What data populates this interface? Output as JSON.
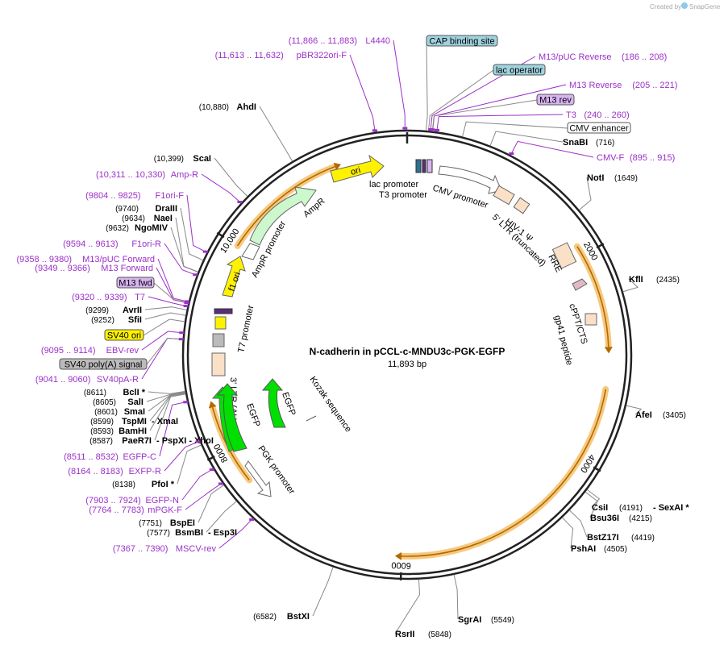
{
  "credit": {
    "prefix": "Created by",
    "brand": "SnapGene"
  },
  "plasmid": {
    "name": "N-cadherin in pCCL-c-MNDU3c-PGK-EGFP",
    "length_label": "11,893 bp",
    "length": 11893
  },
  "ticks": [
    {
      "bp": 2000,
      "label": "2000"
    },
    {
      "bp": 4000,
      "label": "4000"
    },
    {
      "bp": 6000,
      "label": "6000"
    },
    {
      "bp": 8000,
      "label": "8000"
    },
    {
      "bp": 10000,
      "label": "10,000"
    }
  ],
  "sites": [
    {
      "name": "AhdI",
      "pos": "(10,880)",
      "bp": 10880
    },
    {
      "name": "ScaI",
      "pos": "(10,399)",
      "bp": 10399
    },
    {
      "name": "DraIII",
      "pos": "(9740)",
      "bp": 9740
    },
    {
      "name": "NaeI",
      "pos": "(9634)",
      "bp": 9634
    },
    {
      "name": "NgoMIV",
      "pos": "(9632)",
      "bp": 9632
    },
    {
      "name": "AvrII",
      "pos": "(9299)",
      "bp": 9299
    },
    {
      "name": "SfiI",
      "pos": "(9252)",
      "bp": 9252
    },
    {
      "name": "BclI *",
      "pos": "(8611)",
      "bp": 8611
    },
    {
      "name": "SalI",
      "pos": "(8605)",
      "bp": 8605
    },
    {
      "name": "SmaI",
      "pos": "(8601)",
      "bp": 8601
    },
    {
      "name": "TspMI",
      "pos": "(8599)",
      "bp": 8599,
      "extra": "- XmaI"
    },
    {
      "name": "BamHI",
      "pos": "(8593)",
      "bp": 8593
    },
    {
      "name": "PaeR7I",
      "pos": "(8587)",
      "bp": 8587,
      "extra": "- PspXI   - XhoI"
    },
    {
      "name": "PfoI *",
      "pos": "(8138)",
      "bp": 8138
    },
    {
      "name": "BspEI",
      "pos": "(7751)",
      "bp": 7751
    },
    {
      "name": "BsmBI",
      "pos": "(7577)",
      "bp": 7577,
      "extra": "- Esp3I"
    },
    {
      "name": "BstXI",
      "pos": "(6582)",
      "bp": 6582
    },
    {
      "name": "RsrII",
      "pos": "(5848)",
      "bp": 5848
    },
    {
      "name": "SgrAI",
      "pos": "(5549)",
      "bp": 5549
    },
    {
      "name": "PshAI",
      "pos": "(4505)",
      "bp": 4505
    },
    {
      "name": "BstZ17I",
      "pos": "(4419)",
      "bp": 4419
    },
    {
      "name": "Bsu36I",
      "pos": "(4215)",
      "bp": 4215
    },
    {
      "name": "CsiI",
      "pos": "(4191)",
      "bp": 4191,
      "extra": "- SexAI *"
    },
    {
      "name": "AfeI",
      "pos": "(3405)",
      "bp": 3405
    },
    {
      "name": "KflI",
      "pos": "(2435)",
      "bp": 2435
    },
    {
      "name": "NotI",
      "pos": "(1649)",
      "bp": 1649
    },
    {
      "name": "SnaBI",
      "pos": "(716)",
      "bp": 716
    }
  ],
  "primers": [
    {
      "name": "L4440",
      "range": "(11,866 .. 11,883)",
      "bp": 11875
    },
    {
      "name": "pBR322ori-F",
      "range": "(11,613 .. 11,632)",
      "bp": 11622
    },
    {
      "name": "M13/pUC Reverse",
      "range": "(186 .. 208)",
      "bp": 197
    },
    {
      "name": "M13 Reverse",
      "range": "(205 .. 221)",
      "bp": 213
    },
    {
      "name": "T3",
      "range": "(240 .. 260)",
      "bp": 250
    },
    {
      "name": "CMV-F",
      "range": "(895 .. 915)",
      "bp": 905
    },
    {
      "name": "Amp-R",
      "range": "(10,311 .. 10,330)",
      "bp": 10320
    },
    {
      "name": "F1ori-F",
      "range": "(9804 .. 9825)",
      "bp": 9814
    },
    {
      "name": "F1ori-R",
      "range": "(9594 .. 9613)",
      "bp": 9603
    },
    {
      "name": "M13/pUC Forward",
      "range": "(9358 .. 9380)",
      "bp": 9369
    },
    {
      "name": "M13 Forward",
      "range": "(9349 .. 9366)",
      "bp": 9357
    },
    {
      "name": "T7",
      "range": "(9320 .. 9339)",
      "bp": 9330
    },
    {
      "name": "EBV-rev",
      "range": "(9095 .. 9114)",
      "bp": 9104
    },
    {
      "name": "SV40pA-R",
      "range": "(9041 .. 9060)",
      "bp": 9050
    },
    {
      "name": "EGFP-C",
      "range": "(8511 .. 8532)",
      "bp": 8521
    },
    {
      "name": "EXFP-R",
      "range": "(8164 .. 8183)",
      "bp": 8173
    },
    {
      "name": "EGFP-N",
      "range": "(7903 .. 7924)",
      "bp": 7913
    },
    {
      "name": "mPGK-F",
      "range": "(7764 .. 7783)",
      "bp": 7773
    },
    {
      "name": "MSCV-rev",
      "range": "(7367 .. 7390)",
      "bp": 7378
    }
  ],
  "boxed_features": [
    {
      "name": "CAP binding site",
      "color": "#9fd3df",
      "bp": 160
    },
    {
      "name": "lac operator",
      "color": "#9fd3df",
      "bp": 180
    },
    {
      "name": "M13 rev",
      "color": "#d8b4f0",
      "bp": 215
    },
    {
      "name": "CMV enhancer",
      "color": "#ffffff",
      "bp": 470
    },
    {
      "name": "M13 fwd",
      "color": "#d8b4f0",
      "bp": 9360
    },
    {
      "name": "SV40 ori",
      "color": "#fff200",
      "bp": 9200
    },
    {
      "name": "SV40 poly(A) signal",
      "color": "#bbbbbb",
      "bp": 9050
    }
  ],
  "features": [
    {
      "name": "ori",
      "color": "#fff200"
    },
    {
      "name": "AmpR",
      "color": "#cdf7cd"
    },
    {
      "name": "AmpR promoter",
      "color": "#ffffff"
    },
    {
      "name": "f1 ori",
      "color": "#fff200"
    },
    {
      "name": "lac promoter",
      "color": "#ffffff"
    },
    {
      "name": "T3 promoter",
      "color": "#ffffff"
    },
    {
      "name": "CMV promoter",
      "color": "#ffffff"
    },
    {
      "name": "HIV-1 Ψ",
      "color": "#fbe0c8"
    },
    {
      "name": "5' LTR (truncated)",
      "color": "#fbe0c8"
    },
    {
      "name": "RRE",
      "color": "#fbe0c8"
    },
    {
      "name": "cPPT/CTS",
      "color": "#e3b8c2"
    },
    {
      "name": "gp41 peptide",
      "color": "#fbe0c8"
    },
    {
      "name": "T7 promoter",
      "color": "#ffffff"
    },
    {
      "name": "3' LTR (ΔU3)",
      "color": "#fbe0c8"
    },
    {
      "name": "EGFP",
      "color": "#00e000"
    },
    {
      "name": "EGFP",
      "color": "#00e000"
    },
    {
      "name": "PGK promoter",
      "color": "#ffffff"
    },
    {
      "name": "Kozak sequence",
      "color": "#ffffff"
    }
  ],
  "colors": {
    "primer": "#9b30c8",
    "orf_highlight": "#f7c97f",
    "orf_arrow": "#b06a00",
    "backbone": "#222222"
  }
}
